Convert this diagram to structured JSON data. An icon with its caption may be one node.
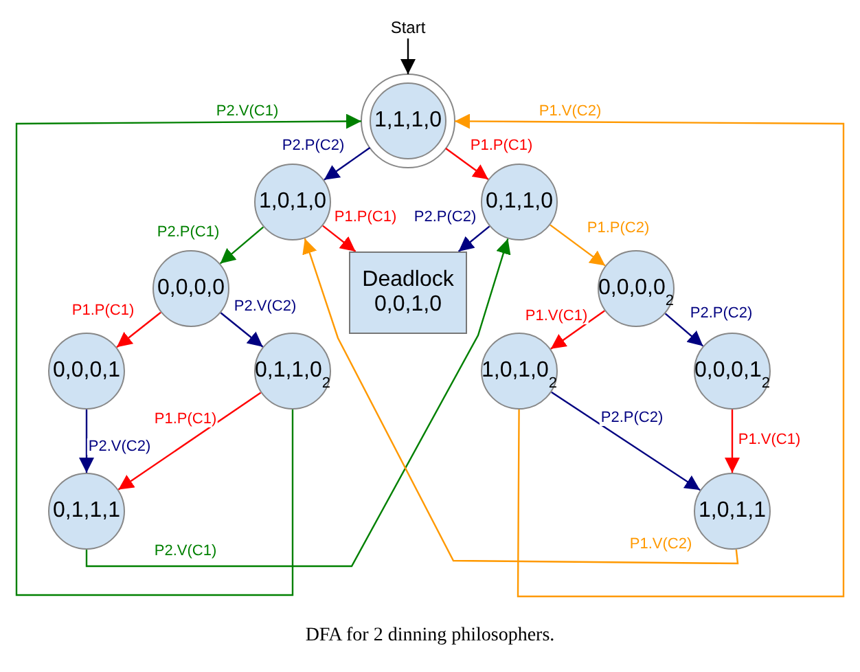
{
  "diagram": {
    "caption": "DFA for 2 dinning philosophers.",
    "nodes": [
      {
        "text": [
          "Start"
        ]
      },
      {
        "text": [
          "1,1,1,0"
        ]
      },
      {
        "text": [
          "1,0,1,0"
        ]
      },
      {
        "text": [
          "0,1,1,0"
        ]
      },
      {
        "text": [
          "Deadlock",
          "0,0,1,0"
        ]
      },
      {
        "text": [
          "0,0,0,0"
        ]
      },
      {
        "text": [
          "0,0,0,0$_{2}$"
        ]
      },
      {
        "text": [
          "0,0,0,1"
        ]
      },
      {
        "text": [
          "0,1,1,0$_{2}$"
        ]
      },
      {
        "text": [
          "1,0,1,0$_{2}$"
        ]
      },
      {
        "text": [
          "0,0,0,1$_{2}$"
        ]
      },
      {
        "text": [
          "0,1,1,1"
        ]
      },
      {
        "text": [
          "1,0,1,1"
        ]
      }
    ],
    "edges": [
      {
        "from": 0,
        "to": 1,
        "arrow": "to",
        "color": "#000000"
      },
      {
        "from": 1,
        "to": 2,
        "arrow": "to",
        "label": "P2.P(C2)",
        "color": "#000080"
      },
      {
        "from": 1,
        "to": 3,
        "arrow": "to",
        "label": "P1.P(C1)",
        "color": "#ff0000"
      },
      {
        "from": 2,
        "to": 4,
        "arrow": "to",
        "label": "P1.P(C1)",
        "color": "#ff0000"
      },
      {
        "from": 3,
        "to": 4,
        "arrow": "to",
        "label": "P2.P(C2)",
        "color": "#000080"
      },
      {
        "from": 2,
        "to": 5,
        "arrow": "to",
        "label": "P2.P(C1)",
        "color": "#008000"
      },
      {
        "from": 3,
        "to": 6,
        "arrow": "to",
        "label": "P1.P(C2)",
        "color": "#ff9900"
      },
      {
        "from": 5,
        "to": 7,
        "arrow": "to",
        "label": "P1.P(C1)",
        "color": "#ff0000"
      },
      {
        "from": 5,
        "to": 8,
        "arrow": "to",
        "label": "P2.V(C2)",
        "color": "#000080"
      },
      {
        "from": 6,
        "to": 9,
        "arrow": "to",
        "label": "P1.V(C1)",
        "color": "#ff0000"
      },
      {
        "from": 6,
        "to": 10,
        "arrow": "to",
        "label": "P2.P(C2)",
        "color": "#000080"
      },
      {
        "from": 7,
        "to": 11,
        "arrow": "to",
        "label": "P2.V(C2)",
        "color": "#000080"
      },
      {
        "from": 8,
        "to": 11,
        "arrow": "to",
        "label": "P1.P(C1)",
        "color": "#ff0000"
      },
      {
        "from": 9,
        "to": 12,
        "arrow": "to",
        "label": "P2.P(C2)",
        "color": "#000080"
      },
      {
        "from": 10,
        "to": 12,
        "arrow": "to",
        "label": "P1.V(C1)",
        "color": "#ff0000"
      },
      {
        "from": 11,
        "to": 3,
        "arrow": "to",
        "label": "P2.V(C1)",
        "color": "#008000"
      },
      {
        "from": 8,
        "to": 1,
        "arrow": "to",
        "label": "P2.V(C1)",
        "color": "#008000"
      },
      {
        "from": 12,
        "to": 2,
        "arrow": "to",
        "label": "P1.V(C2)",
        "color": "#ff9900"
      },
      {
        "from": 9,
        "to": 1,
        "arrow": "to",
        "label": "P1.V(C2)",
        "color": "#ff9900"
      }
    ]
  }
}
